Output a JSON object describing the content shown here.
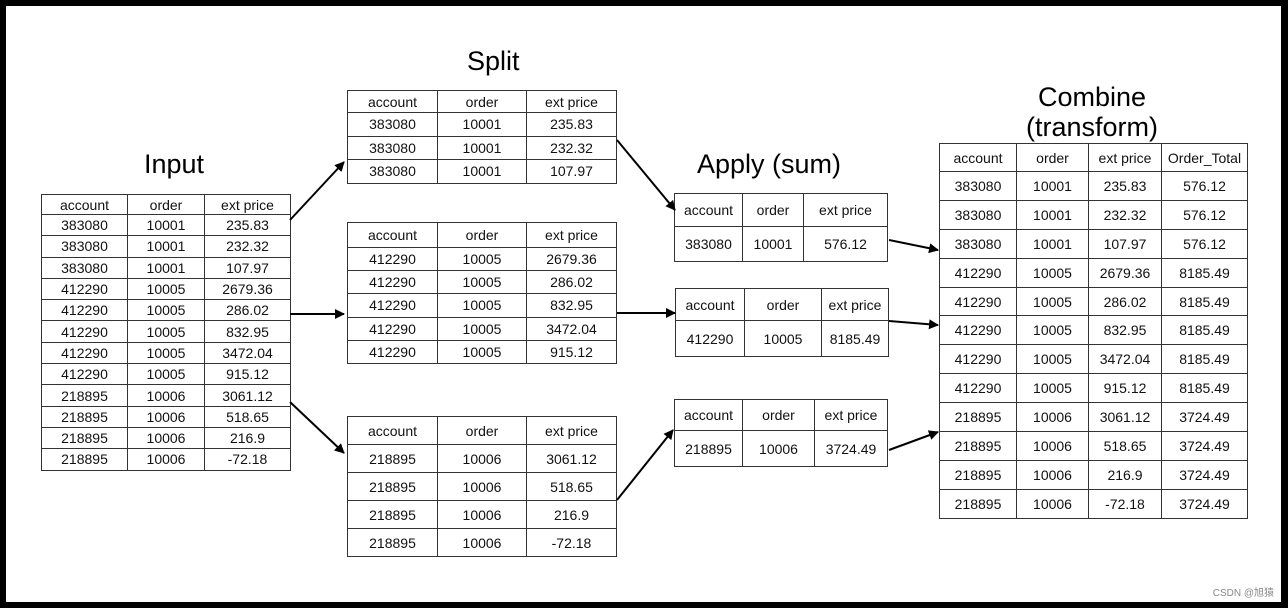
{
  "titles": {
    "input": "Input",
    "split": "Split",
    "apply": "Apply (sum)",
    "combine_line1": "Combine",
    "combine_line2": "(transform)"
  },
  "headers": {
    "account": "account",
    "order": "order",
    "ext_price": "ext price",
    "order_total": "Order_Total"
  },
  "input_rows": [
    [
      "383080",
      "10001",
      "235.83"
    ],
    [
      "383080",
      "10001",
      "232.32"
    ],
    [
      "383080",
      "10001",
      "107.97"
    ],
    [
      "412290",
      "10005",
      "2679.36"
    ],
    [
      "412290",
      "10005",
      "286.02"
    ],
    [
      "412290",
      "10005",
      "832.95"
    ],
    [
      "412290",
      "10005",
      "3472.04"
    ],
    [
      "412290",
      "10005",
      "915.12"
    ],
    [
      "218895",
      "10006",
      "3061.12"
    ],
    [
      "218895",
      "10006",
      "518.65"
    ],
    [
      "218895",
      "10006",
      "216.9"
    ],
    [
      "218895",
      "10006",
      "-72.18"
    ]
  ],
  "split_groups": [
    [
      [
        "383080",
        "10001",
        "235.83"
      ],
      [
        "383080",
        "10001",
        "232.32"
      ],
      [
        "383080",
        "10001",
        "107.97"
      ]
    ],
    [
      [
        "412290",
        "10005",
        "2679.36"
      ],
      [
        "412290",
        "10005",
        "286.02"
      ],
      [
        "412290",
        "10005",
        "832.95"
      ],
      [
        "412290",
        "10005",
        "3472.04"
      ],
      [
        "412290",
        "10005",
        "915.12"
      ]
    ],
    [
      [
        "218895",
        "10006",
        "3061.12"
      ],
      [
        "218895",
        "10006",
        "518.65"
      ],
      [
        "218895",
        "10006",
        "216.9"
      ],
      [
        "218895",
        "10006",
        "-72.18"
      ]
    ]
  ],
  "apply_rows": [
    [
      "383080",
      "10001",
      "576.12"
    ],
    [
      "412290",
      "10005",
      "8185.49"
    ],
    [
      "218895",
      "10006",
      "3724.49"
    ]
  ],
  "combine_rows": [
    [
      "383080",
      "10001",
      "235.83",
      "576.12"
    ],
    [
      "383080",
      "10001",
      "232.32",
      "576.12"
    ],
    [
      "383080",
      "10001",
      "107.97",
      "576.12"
    ],
    [
      "412290",
      "10005",
      "2679.36",
      "8185.49"
    ],
    [
      "412290",
      "10005",
      "286.02",
      "8185.49"
    ],
    [
      "412290",
      "10005",
      "832.95",
      "8185.49"
    ],
    [
      "412290",
      "10005",
      "3472.04",
      "8185.49"
    ],
    [
      "412290",
      "10005",
      "915.12",
      "8185.49"
    ],
    [
      "218895",
      "10006",
      "3061.12",
      "3724.49"
    ],
    [
      "218895",
      "10006",
      "518.65",
      "3724.49"
    ],
    [
      "218895",
      "10006",
      "216.9",
      "3724.49"
    ],
    [
      "218895",
      "10006",
      "-72.18",
      "3724.49"
    ]
  ],
  "watermark": "CSDN @旭猿"
}
